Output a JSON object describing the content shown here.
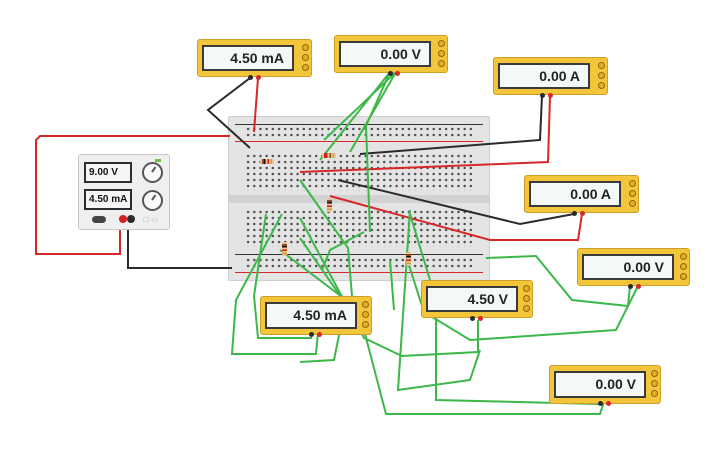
{
  "power_supply": {
    "voltage_display": "9.00 V",
    "current_display": "4.50 mA",
    "voltage_knob_icon": "knob-icon",
    "current_knob_icon": "knob-icon",
    "terminal_colors": {
      "positive": "#d21f1f",
      "negative": "#2b2b2b"
    }
  },
  "multimeters": [
    {
      "reading": "4.50 mA",
      "mode": "current"
    },
    {
      "reading": "0.00 V",
      "mode": "voltage"
    },
    {
      "reading": "0.00 A",
      "mode": "current"
    },
    {
      "reading": "0.00 A",
      "mode": "current"
    },
    {
      "reading": "0.00 V",
      "mode": "voltage"
    },
    {
      "reading": "4.50 V",
      "mode": "voltage"
    },
    {
      "reading": "4.50 mA",
      "mode": "current"
    },
    {
      "reading": "0.00 V",
      "mode": "voltage"
    }
  ],
  "wire_colors": {
    "red": "#d62828",
    "black": "#2a2a2a",
    "green": "#3cb84a"
  },
  "breadboard": {
    "rail_plus_color": "#d62828",
    "rail_minus_color": "#333333"
  }
}
